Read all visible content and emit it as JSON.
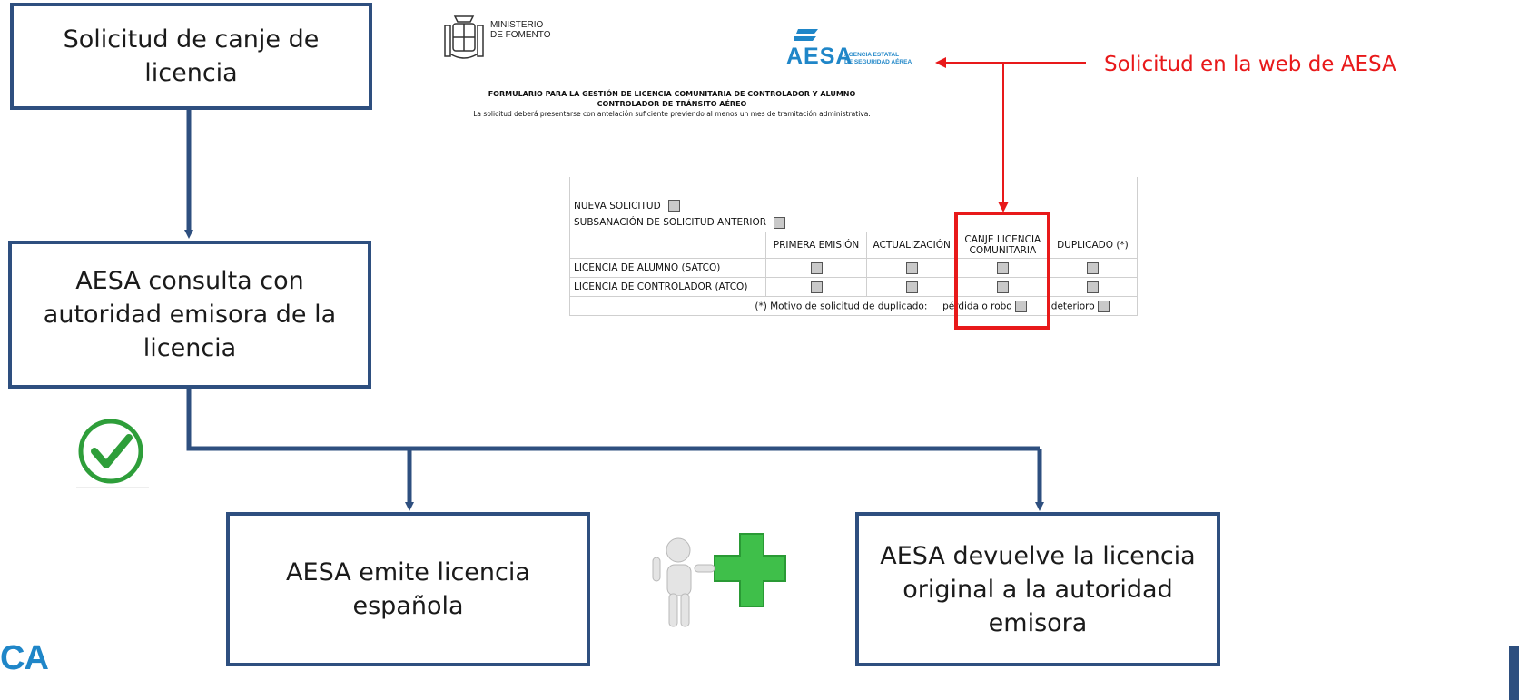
{
  "boxes": {
    "solicitud": "Solicitud de canje de licencia",
    "consulta": "AESA consulta con autoridad emisora de la licencia",
    "emite": "AESA emite licencia española",
    "devuelve": "AESA devuelve la licencia original a la autoridad emisora"
  },
  "callout": "Solicitud en la web de AESA",
  "document": {
    "ministry": [
      "MINISTERIO",
      "DE FOMENTO"
    ],
    "aesa_logo_text": "AESA",
    "aesa_logo_sub": [
      "AGENCIA ESTATAL",
      "DE SEGURIDAD AÉREA"
    ],
    "title_line1": "FORMULARIO PARA LA GESTIÓN DE LICENCIA COMUNITARIA DE CONTROLADOR Y ALUMNO",
    "title_line2": "CONTROLADOR DE TRÁNSITO AÉREO",
    "subtitle": "La solicitud deberá presentarse con antelación suficiente previendo al menos un mes de tramitación administrativa."
  },
  "form": {
    "nueva_solicitud": "NUEVA SOLICITUD",
    "subsanacion": "SUBSANACIÓN DE SOLICITUD ANTERIOR",
    "columns": [
      "PRIMERA EMISIÓN",
      "ACTUALIZACIÓN",
      "CANJE LICENCIA COMUNITARIA",
      "DUPLICADO (*)"
    ],
    "rows": [
      "LICENCIA DE ALUMNO (SATCO)",
      "LICENCIA DE CONTROLADOR (ATCO)"
    ],
    "footnote_prefix": "(*) Motivo de solicitud de duplicado:",
    "footnote_opt1": "pérdida o robo",
    "footnote_opt2": "deterioro"
  },
  "brand_left_fragment": "CA",
  "colors": {
    "box_border": "#2e4f7f",
    "highlight": "#e8191a",
    "check": "#2e9e3a",
    "cross": "#37b24d"
  },
  "icons": [
    "checkmark-circle-icon",
    "person-with-green-cross-icon"
  ]
}
